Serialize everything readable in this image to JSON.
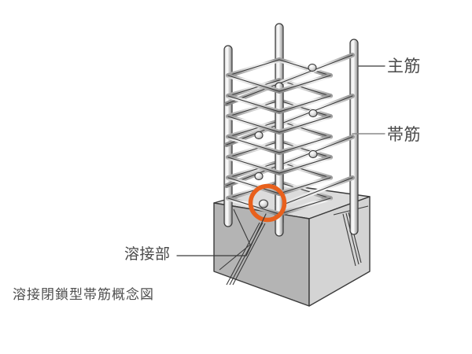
{
  "figure": {
    "caption": "溶接閉鎖型帯筋概念図",
    "labels": {
      "main_rebar": "主筋",
      "hoop_rebar": "帯筋",
      "weld_point": "溶接部"
    },
    "colors": {
      "background": "#ffffff",
      "highlight_circle": "#E8601C",
      "rebar_light": "#f2f2f2",
      "rebar_mid": "#c9c9c9",
      "rebar_dark": "#8a8a8a",
      "outline": "#3a3a3a",
      "concrete_top": "#dcdcdc",
      "concrete_left": "#b4b4b4",
      "concrete_right": "#d4d4d4",
      "text": "#4a4a4a",
      "leader_line": "#585858"
    },
    "elements": {
      "vertical_bar_count": 4,
      "hoop_count": 7,
      "weld_node_count": 5,
      "highlighted_weld": "溶接部",
      "concrete_block": "基礎コンクリート"
    }
  }
}
